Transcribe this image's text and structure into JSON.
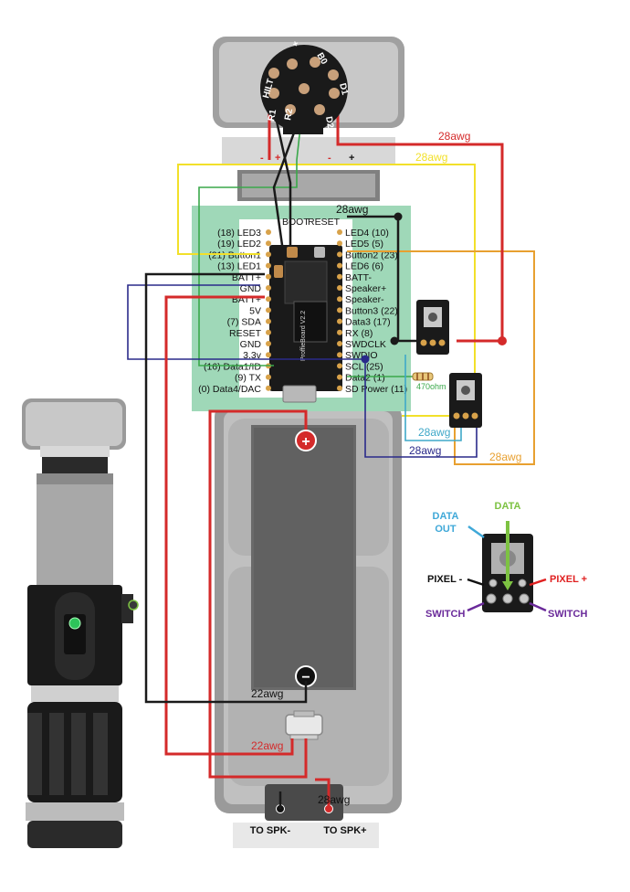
{
  "board": {
    "left_pins": [
      "(18) LED3",
      "(19) LED2",
      "(21) Button1",
      "(13) LED1",
      "BATT+",
      "GND",
      "BATT+",
      "5V",
      "(7) SDA",
      "RESET",
      "GND",
      "3.3v",
      "(16) Data1/ID",
      "(9) TX",
      "(0) Data4/DAC"
    ],
    "right_pins": [
      "LED4 (10)",
      "LED5 (5)",
      "Button2 (23)",
      "LED6 (6)",
      "BATT-",
      "Speaker+",
      "Speaker-",
      "Button3 (22)",
      "Data3 (17)",
      "RX (8)",
      "SWDCLK",
      "SWDIO",
      "SCL (25)",
      "Data2 (1)",
      "SD Power (11)"
    ],
    "top_labels": [
      "BOOT",
      "RESET"
    ],
    "chip_text": "ProffieBoard V2.2"
  },
  "connector": {
    "pins": [
      "+",
      "B0",
      "D1",
      "D2",
      "R2",
      "R1",
      "HILT"
    ],
    "small_labels": [
      "-",
      "+",
      "-",
      "+"
    ]
  },
  "wires": {
    "awg28_red": "28awg",
    "awg28_yellow": "28awg",
    "awg28_black": "28awg",
    "awg28_cyan": "28awg",
    "awg28_navy": "28awg",
    "awg28_orange": "28awg",
    "awg22_black": "22awg",
    "awg22_red": "22awg",
    "awg28_speaker": "28awg"
  },
  "resistor_label": "470ohm",
  "battery": {
    "plus_symbol": "+",
    "minus_symbol": "−"
  },
  "speaker": {
    "minus_label": "TO SPK-",
    "plus_label": "TO SPK+"
  },
  "legend": {
    "data": "DATA",
    "data_out_line1": "DATA",
    "data_out_line2": "OUT",
    "pixel_minus": "PIXEL -",
    "pixel_plus": "PIXEL +",
    "switch_left": "SWITCH",
    "switch_right": "SWITCH"
  },
  "colors": {
    "red_wire": "#d42a2a",
    "black_wire": "#1a1a1a",
    "yellow_wire": "#f2e02a",
    "green_wire": "#3aa84a",
    "cyan_wire": "#3fa8c8",
    "navy_wire": "#2a2a8a",
    "orange_wire": "#e8a030",
    "board_bg": "#9fd8b8",
    "data_label": "#7dc242",
    "data_out_label": "#3fa8d8",
    "pixel_plus_label": "#e02020",
    "switch_label": "#6a2a9a"
  }
}
